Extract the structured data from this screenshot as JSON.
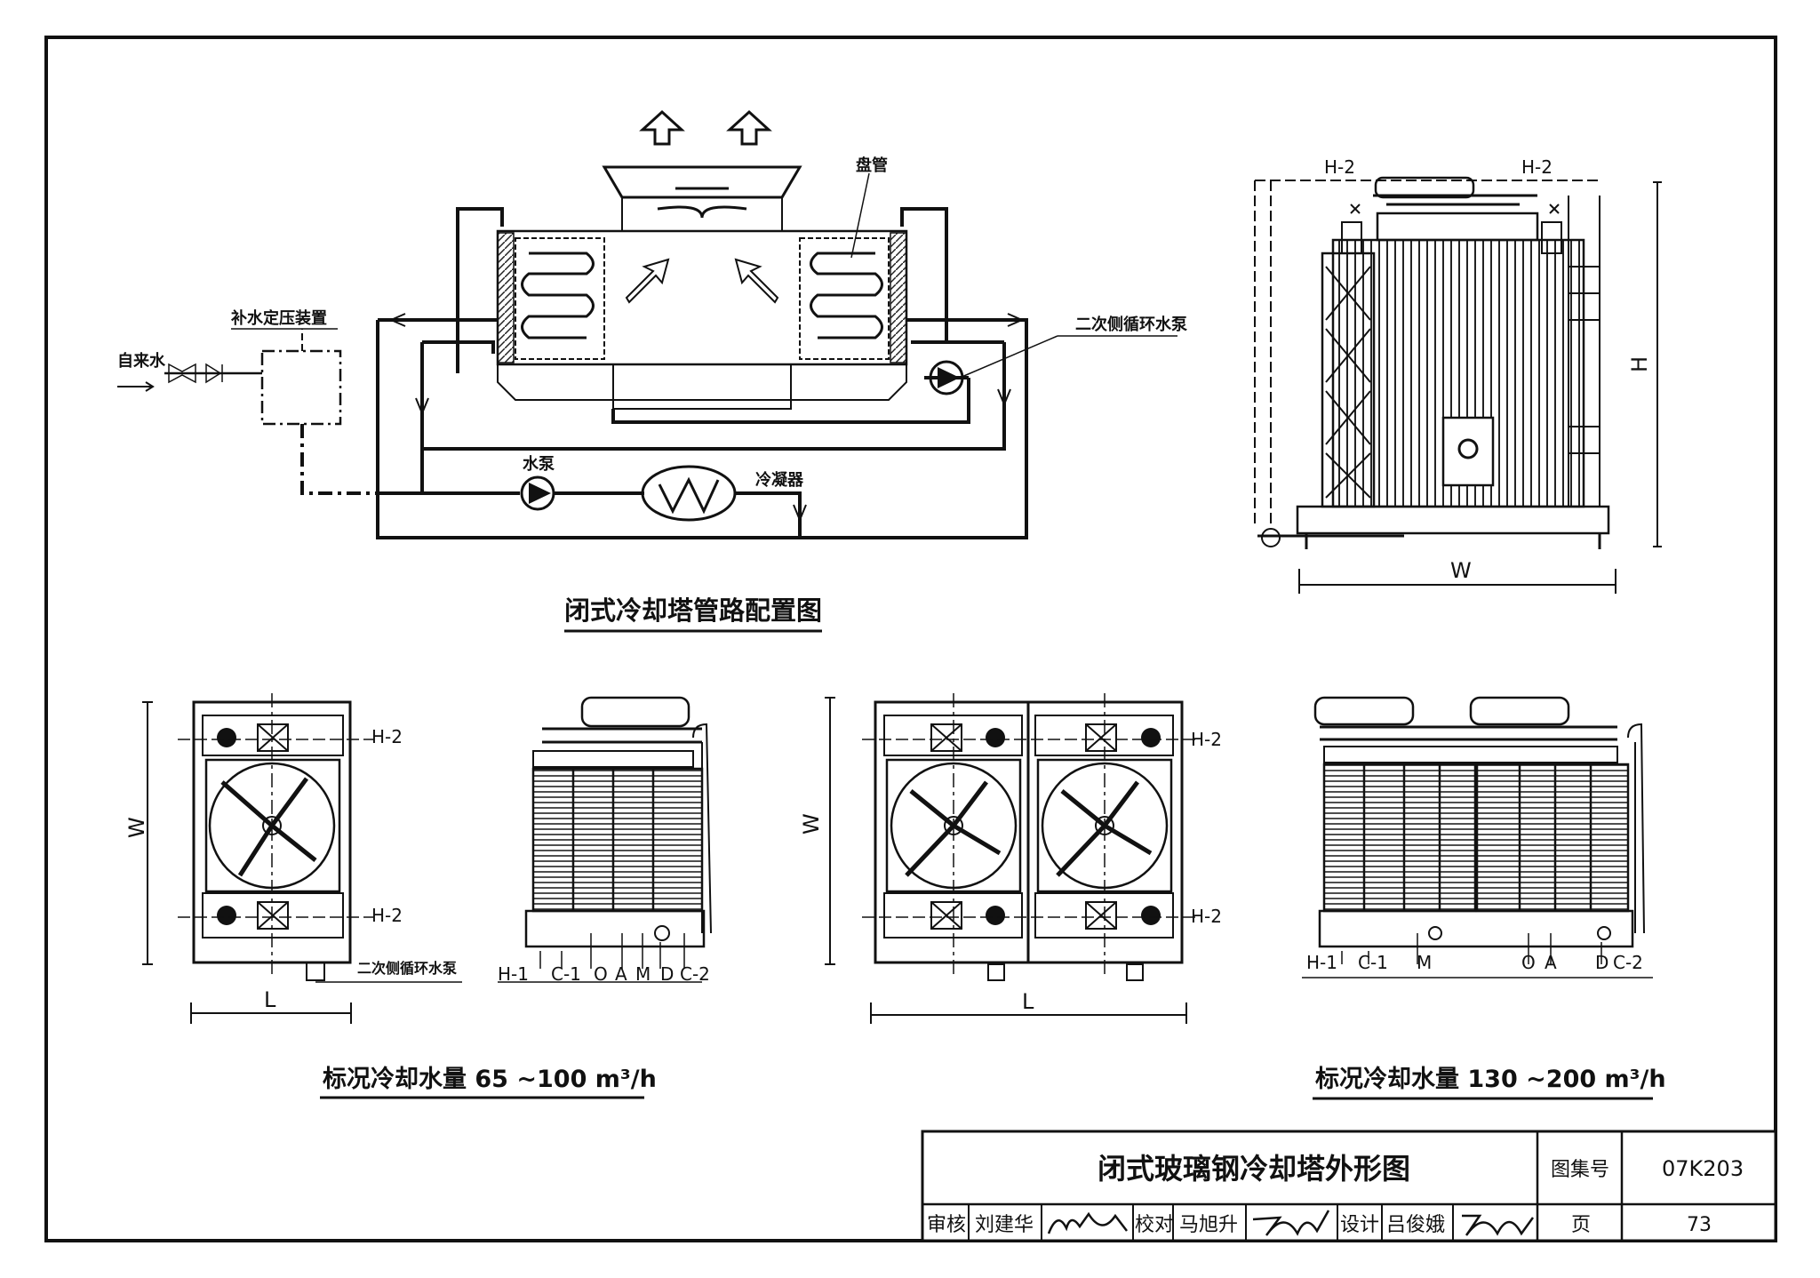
{
  "drawing": {
    "main_title": "闭式玻璃钢冷却塔外形图",
    "atlas_label": "图集号",
    "atlas_number": "07K203",
    "page_label": "页",
    "page_number": "73",
    "review_label": "审核",
    "reviewer": "刘建华",
    "check_label": "校对",
    "checker": "马旭升",
    "design_label": "设计",
    "designer": "吕俊娥"
  },
  "piping_diagram": {
    "caption": "闭式冷却塔管路配置图",
    "coil_label": "盘管",
    "makeup_label": "补水定压装置",
    "city_water_label": "自来水",
    "secondary_pump_label": "二次侧循环水泵",
    "pump_label": "水泵",
    "condenser_label": "冷凝器"
  },
  "side_elevation": {
    "h2_left": "H-2",
    "h2_right": "H-2",
    "height_label": "H",
    "width_label": "W"
  },
  "small_unit": {
    "caption": "标况冷却水量 65 ~100 m³/h",
    "width_label": "W",
    "length_label": "L",
    "h2_top": "H-2",
    "h2_bottom": "H-2",
    "pump_label": "二次侧循环水泵",
    "ports": [
      "H-1",
      "C-1",
      "O",
      "A",
      "M",
      "D",
      "C-2"
    ]
  },
  "large_unit": {
    "caption": "标况冷却水量 130 ~200 m³/h",
    "width_label": "W",
    "length_label": "L",
    "h2_top": "H-2",
    "h2_bottom": "H-2",
    "ports": [
      "H-1",
      "C-1",
      "M",
      "O",
      "A",
      "D",
      "C-2"
    ]
  }
}
